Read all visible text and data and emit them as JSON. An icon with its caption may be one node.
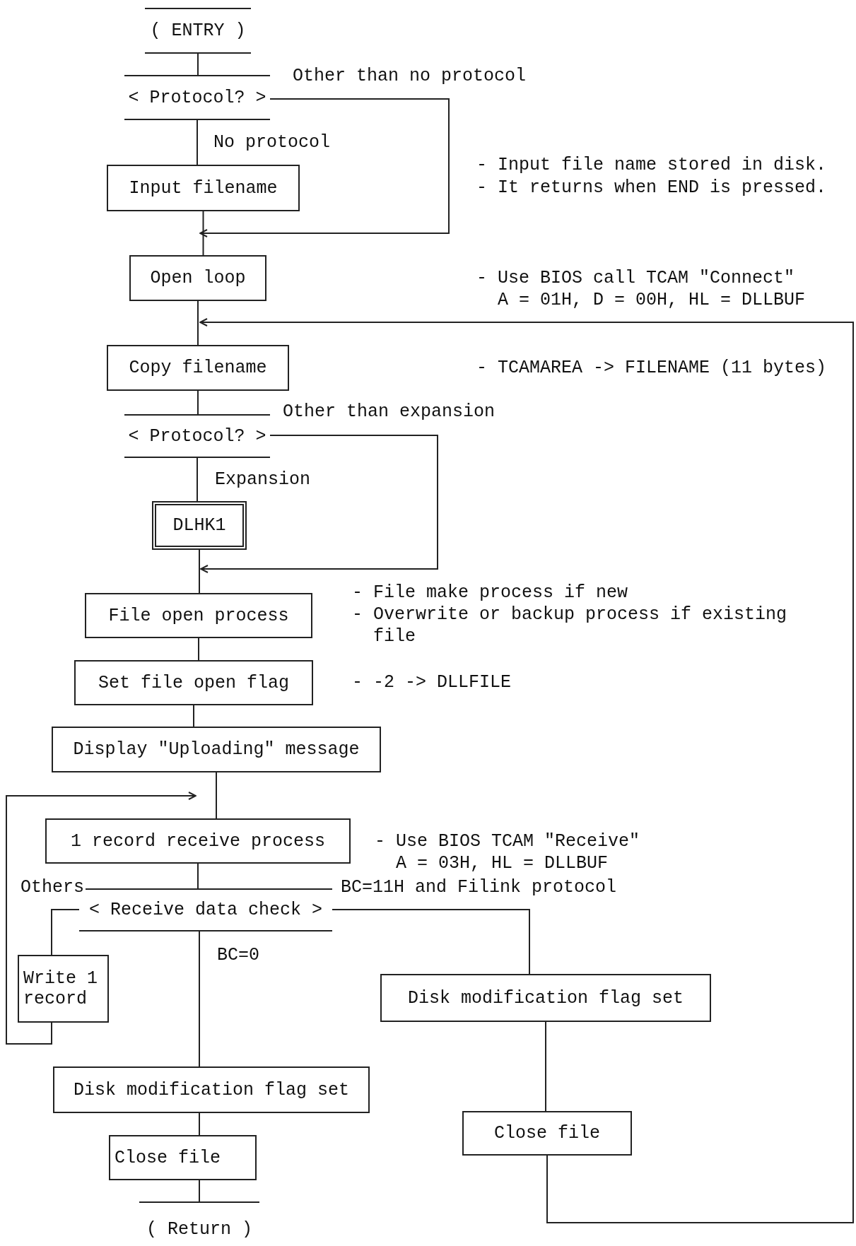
{
  "diagram": {
    "nodes": [
      {
        "text": [
          "( ENTRY )"
        ]
      },
      {
        "text": [
          "< Protocol? >"
        ]
      },
      {
        "text": [
          "Input filename"
        ]
      },
      {
        "text": [
          "Open loop"
        ]
      },
      {
        "text": [
          "Copy filename"
        ]
      },
      {
        "text": [
          "< Protocol? >"
        ]
      },
      {
        "text": [
          "DLHK1"
        ]
      },
      {
        "text": [
          "File open process"
        ]
      },
      {
        "text": [
          "Set file open flag"
        ]
      },
      {
        "text": [
          "Display \"Uploading\" message"
        ]
      },
      {
        "text": [
          "1 record receive process"
        ]
      },
      {
        "text": [
          "< Receive data check >"
        ]
      },
      {
        "text": [
          "Write 1 record"
        ]
      },
      {
        "text": [
          "Disk modification flag set"
        ]
      },
      {
        "text": [
          "Disk modification flag set"
        ]
      },
      {
        "text": [
          "Close file"
        ]
      },
      {
        "text": [
          "Close file"
        ]
      },
      {
        "text": [
          "( Return )"
        ]
      }
    ],
    "edges": [
      {
        "from": 0,
        "to": 1,
        "arrow": "none"
      },
      {
        "from": 1,
        "to": 2,
        "arrow": "none",
        "label": "No protocol"
      },
      {
        "from": 1,
        "to": 3,
        "arrow": "to",
        "label": "Other than no protocol"
      },
      {
        "from": 2,
        "to": 3,
        "arrow": "none"
      },
      {
        "from": 3,
        "to": 4,
        "arrow": "none"
      },
      {
        "from": 16,
        "to": 4,
        "arrow": "to"
      },
      {
        "from": 4,
        "to": 5,
        "arrow": "none"
      },
      {
        "from": 5,
        "to": 6,
        "arrow": "none",
        "label": "Expansion"
      },
      {
        "from": 5,
        "to": 7,
        "arrow": "to",
        "label": "Other than expansion"
      },
      {
        "from": 6,
        "to": 7,
        "arrow": "none"
      },
      {
        "from": 7,
        "to": 8,
        "arrow": "none"
      },
      {
        "from": 8,
        "to": 9,
        "arrow": "none"
      },
      {
        "from": 9,
        "to": 10,
        "arrow": "none"
      },
      {
        "from": 12,
        "to": 10,
        "arrow": "to"
      },
      {
        "from": 10,
        "to": 11,
        "arrow": "none"
      },
      {
        "from": 11,
        "to": 12,
        "arrow": "none",
        "label": "Others"
      },
      {
        "from": 11,
        "to": 13,
        "arrow": "none",
        "label": "BC=11H and Filink protocol"
      },
      {
        "from": 11,
        "to": 14,
        "arrow": "none",
        "label": "BC=0"
      },
      {
        "from": 13,
        "to": 16,
        "arrow": "none"
      },
      {
        "from": 14,
        "to": 15,
        "arrow": "none"
      },
      {
        "from": 15,
        "to": 17,
        "arrow": "none"
      }
    ],
    "labels": [
      "- Input file name stored in disk.",
      "- It returns when END is pressed.",
      "- Use BIOS call TCAM \"Connect\" A = 01H, D = 00H, HL = DLLBUF",
      "- TCAMAREA -> FILENAME (11 bytes)",
      "- File make process if new",
      "- Overwrite or backup process if existing file",
      "- -2 -> DLLFILE",
      "- Use BIOS TCAM \"Receive\" A = 03H, HL = DLLBUF"
    ]
  }
}
